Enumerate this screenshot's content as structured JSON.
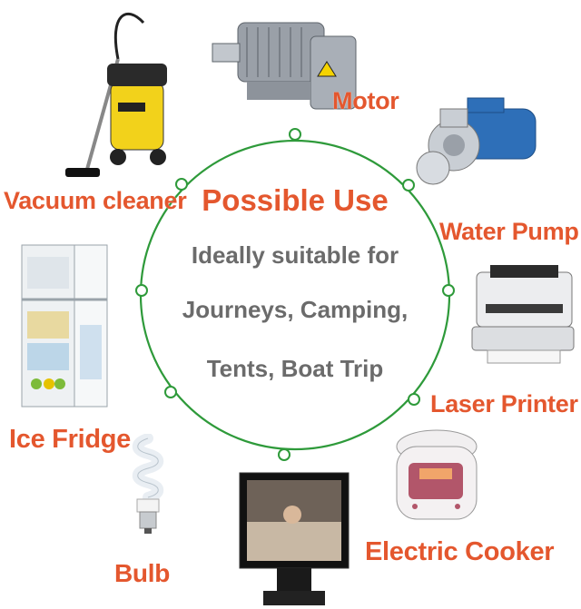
{
  "title": "Possible Use",
  "description_lines": [
    "Ideally suitable for",
    "Journeys, Camping,",
    "Tents, Boat Trip"
  ],
  "items": {
    "motor": "Motor",
    "vacuum": "Vacuum cleaner",
    "water_pump": "Water Pump",
    "ice_fridge": "Ice Fridge",
    "laser_printer": "Laser Printer",
    "bulb": "Bulb",
    "electric_cooker": "Electric Cooker"
  },
  "colors": {
    "label": "#e4572e",
    "circle": "#2e9a3a",
    "body_text": "#6b6b6b"
  }
}
